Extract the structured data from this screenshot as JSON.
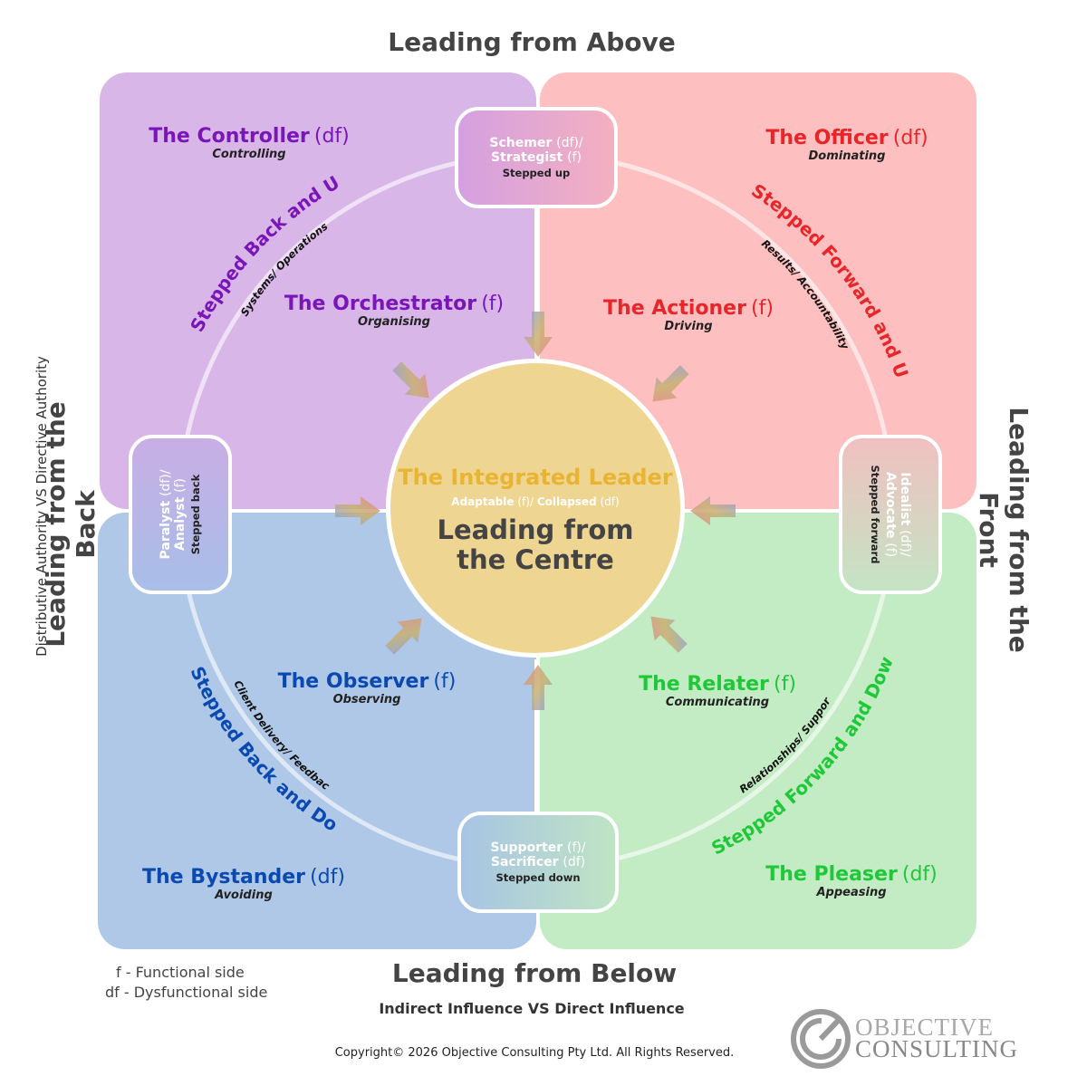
{
  "headings": {
    "top": "Leading from Above",
    "bottom": "Leading from Below",
    "left": "Leading from the Back",
    "right": "Leading from the Front",
    "left_axis": "Distributive Authority VS Directive Authority",
    "bottom_axis": "Indirect Influence VS Direct Influence"
  },
  "roles": {
    "controller": {
      "name": "The Controller",
      "fn": "(df)",
      "sub": "Controlling"
    },
    "officer": {
      "name": "The Officer",
      "fn": "(df)",
      "sub": "Dominating"
    },
    "orchestrator": {
      "name": "The Orchestrator",
      "fn": "(f)",
      "sub": "Organising"
    },
    "actioner": {
      "name": "The Actioner",
      "fn": "(f)",
      "sub": "Driving"
    },
    "observer": {
      "name": "The Observer",
      "fn": "(f)",
      "sub": "Observing"
    },
    "relater": {
      "name": "The Relater",
      "fn": "(f)",
      "sub": "Communicating"
    },
    "bystander": {
      "name": "The Bystander",
      "fn": "(df)",
      "sub": "Avoiding"
    },
    "pleaser": {
      "name": "The Pleaser",
      "fn": "(df)",
      "sub": "Appeasing"
    }
  },
  "boxes": {
    "top": {
      "l1a": "Schemer",
      "l1b": "(df)/",
      "l2a": "Strategist",
      "l2b": "(f)",
      "small": "Stepped up"
    },
    "bottom": {
      "l1a": "Supporter",
      "l1b": "(f)/",
      "l2a": "Sacrificer",
      "l2b": "(df)",
      "small": "Stepped down"
    },
    "left": {
      "l1a": "Paralyst",
      "l1b": "(df)/",
      "l2a": "Analyst",
      "l2b": "(f)",
      "small": "Stepped back"
    },
    "right": {
      "l1a": "Idealist",
      "l1b": "(df)/",
      "l2a": "Advocate",
      "l2b": "(f)",
      "small": "Stepped forward"
    }
  },
  "arcs": {
    "tl_main": "Stepped Back and Up",
    "tl_sub": "Systems/ Operations",
    "tr_main": "Stepped Forward and Up",
    "tr_sub": "Results/ Accountability",
    "bl_main": "Stepped Back and Down",
    "bl_sub": "Client Delivery/ Feedback",
    "br_main": "Stepped Forward and Down",
    "br_sub": "Relationships/ Support"
  },
  "center": {
    "title": "The Integrated Leader",
    "sub_a": "Adaptable",
    "sub_b": "(f)/",
    "sub_c": "Collapsed",
    "sub_d": "(df)",
    "line1": "Leading from",
    "line2": "the Centre"
  },
  "legend": {
    "f": "f - Functional side",
    "df": "df - Dysfunctional side"
  },
  "copyright": "Copyright© 2026 Objective Consulting Pty Ltd. All Rights Reserved.",
  "logo": {
    "line1": "OBJECTIVE",
    "line2": "CONSULTING"
  },
  "colors": {
    "purple": "#7a16b8",
    "red": "#e8262a",
    "blue": "#0a4ab0",
    "green": "#1ec838",
    "gold": "#e8b432"
  }
}
